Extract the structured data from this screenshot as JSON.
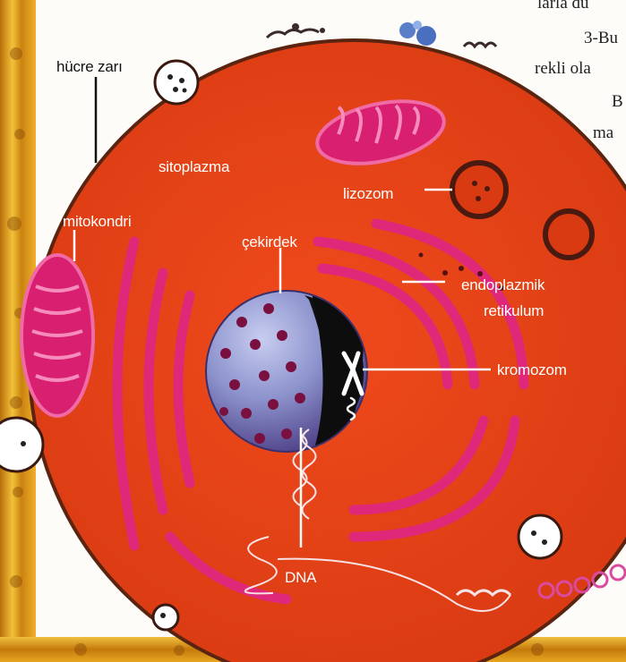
{
  "labels": {
    "hucre_zari": "hücre zarı",
    "sitoplazma": "sitoplazma",
    "lizozom": "lizozom",
    "mitokondri": "mitokondri",
    "cekirdek": "çekirdek",
    "endoplazmik": "endoplazmik",
    "retikulum": "retikulum",
    "kromozom": "kromozom",
    "dna": "DNA"
  },
  "page_text": {
    "line1": "larla du",
    "line2": "3-Bu",
    "line3": "rekli ola",
    "line4": "B",
    "line5": "ma"
  },
  "colors": {
    "cytoplasm": "#e8441a",
    "membrane": "#5a2410",
    "organelle": "#e0287a",
    "organelle_light": "#f06aa6",
    "nucleus": "#8a8fc8",
    "border_gold": "#d89a1e",
    "label_text": "#ffffff"
  }
}
